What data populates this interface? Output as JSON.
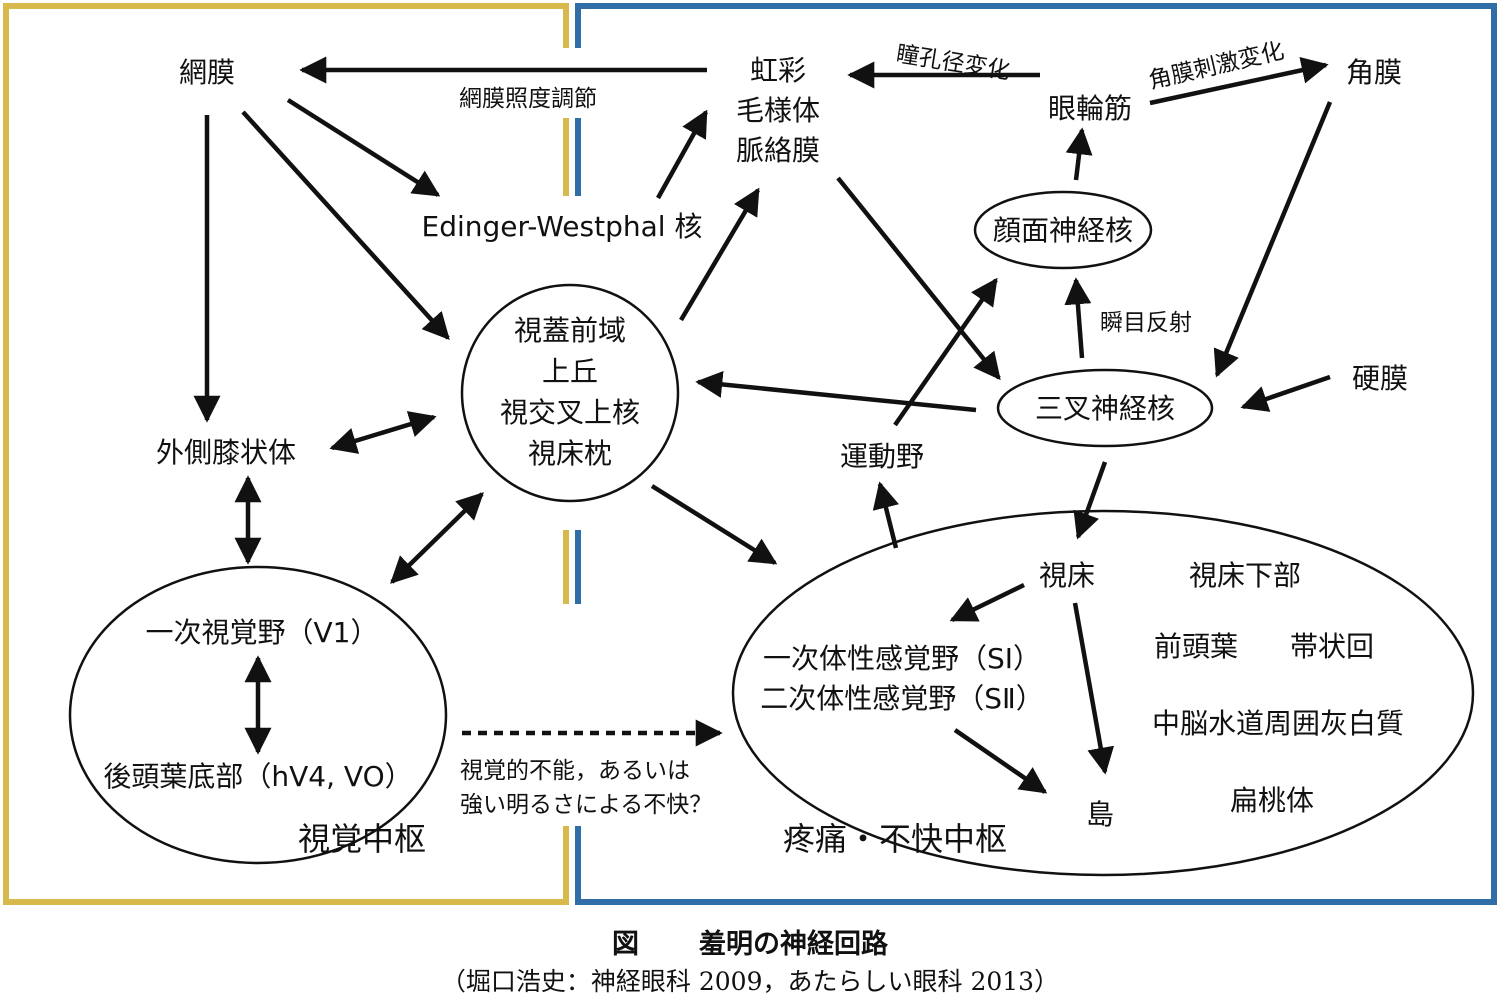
{
  "figure": {
    "label": "図",
    "title": "羞明の神経回路",
    "caption": "（堀口浩史：神経眼科 2009，あたらしい眼科 2013）"
  },
  "regions": {
    "visual": "視覚中枢",
    "pain": "疼痛・不快中枢"
  },
  "nodes": {
    "retina": "網膜",
    "iris": [
      "虹彩",
      "毛様体",
      "脈絡膜"
    ],
    "ciliary_muscle": "眼輪筋",
    "cornea": "角膜",
    "ew": "Edinger-Westphal 核",
    "facial": "顔面神経核",
    "pretectal": [
      "視蓋前域",
      "上丘",
      "視交叉上核",
      "視床枕"
    ],
    "lgn": "外側膝状体",
    "trigeminal": "三叉神経核",
    "sclera": "硬膜",
    "motor": "運動野",
    "v1": "一次視覚野（V1）",
    "occipital": "後頭葉底部（hV4, VO）",
    "thalamus": "視床",
    "hypothalamus": "視床下部",
    "s1": "一次体性感覚野（SⅠ）",
    "s2": "二次体性感覚野（SⅡ）",
    "frontal": "前頭葉",
    "cingulate": "帯状回",
    "pag": "中脳水道周囲灰白質",
    "insula": "島",
    "amygdala": "扁桃体"
  },
  "edges": {
    "retina_control": "網膜照度調節",
    "pupil": "瞳孔径変化",
    "corneal": "角膜刺激変化",
    "blink": "瞬目反射",
    "discomfort": [
      "視覚的不能，あるいは",
      "強い明るさによる不快？"
    ]
  },
  "colors": {
    "visual_border": "#d8b94c",
    "pain_border": "#2f6ea6"
  }
}
